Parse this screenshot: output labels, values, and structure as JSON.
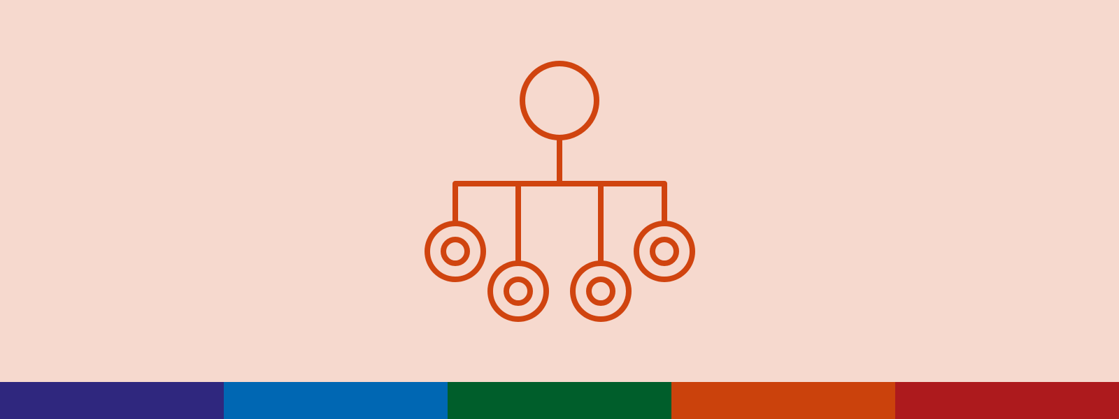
{
  "background_color": "#F6D9CE",
  "icon": {
    "name": "hierarchy-icon",
    "stroke_color": "#D0440F"
  },
  "color_strip": [
    {
      "name": "purple",
      "color": "#2F277E"
    },
    {
      "name": "blue",
      "color": "#0067B3"
    },
    {
      "name": "green",
      "color": "#005E2B"
    },
    {
      "name": "orange",
      "color": "#CB420C"
    },
    {
      "name": "red",
      "color": "#AD1A1D"
    }
  ]
}
